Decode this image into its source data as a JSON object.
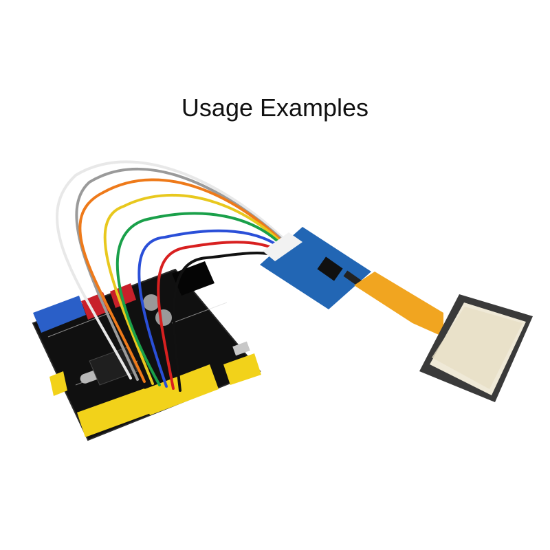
{
  "page": {
    "title": "Usage Examples"
  },
  "colors": {
    "background": "#ffffff",
    "pcb_black": "#161616",
    "pcb_blue": "#2266b4",
    "header_yellow": "#f2d21a",
    "header_red": "#c8202a",
    "header_blue": "#2a5fc8",
    "fpc_orange": "#f1a520",
    "oled_glass": "#efe9d7"
  },
  "wires": [
    "white",
    "grey",
    "orange",
    "yellow",
    "green",
    "blue",
    "red",
    "black"
  ]
}
